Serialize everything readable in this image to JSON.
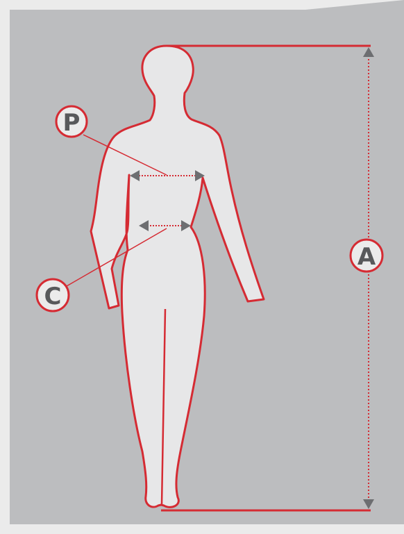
{
  "colors": {
    "page_background": "#ebebeb",
    "panel_background": "#bcbdbf",
    "figure_fill": "#e7e7e8",
    "outline_red": "#d52b33",
    "badge_fill": "#ebebeb",
    "badge_text": "#58595b",
    "arrow_gray": "#6d6e71"
  },
  "measurements": {
    "height": {
      "label": "A"
    },
    "chest": {
      "label": "P"
    },
    "waist": {
      "label": "C"
    }
  }
}
